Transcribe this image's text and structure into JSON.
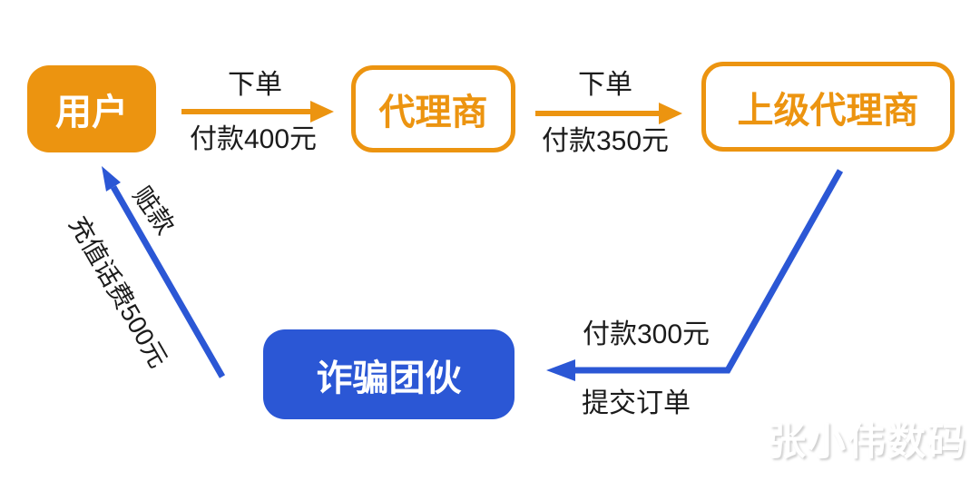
{
  "colors": {
    "orange": "#EC9410",
    "blue": "#2B57D5",
    "label_text": "#1B1B1B",
    "node_text_light": "#FFFFFF"
  },
  "nodes": {
    "user": {
      "label": "用户"
    },
    "agent": {
      "label": "代理商"
    },
    "senior_agent": {
      "label": "上级代理商"
    },
    "fraud_group": {
      "label": "诈骗团伙"
    }
  },
  "edges": {
    "user_to_agent": {
      "top_label": "下单",
      "bottom_label": "付款400元"
    },
    "agent_to_senior": {
      "top_label": "下单",
      "bottom_label": "付款350元"
    },
    "senior_to_fraud": {
      "top_label": "付款300元",
      "bottom_label": "提交订单"
    },
    "fraud_to_user": {
      "along_label": "充值话费500元",
      "upper_label": "赃款"
    }
  },
  "watermark": "张小伟数码"
}
